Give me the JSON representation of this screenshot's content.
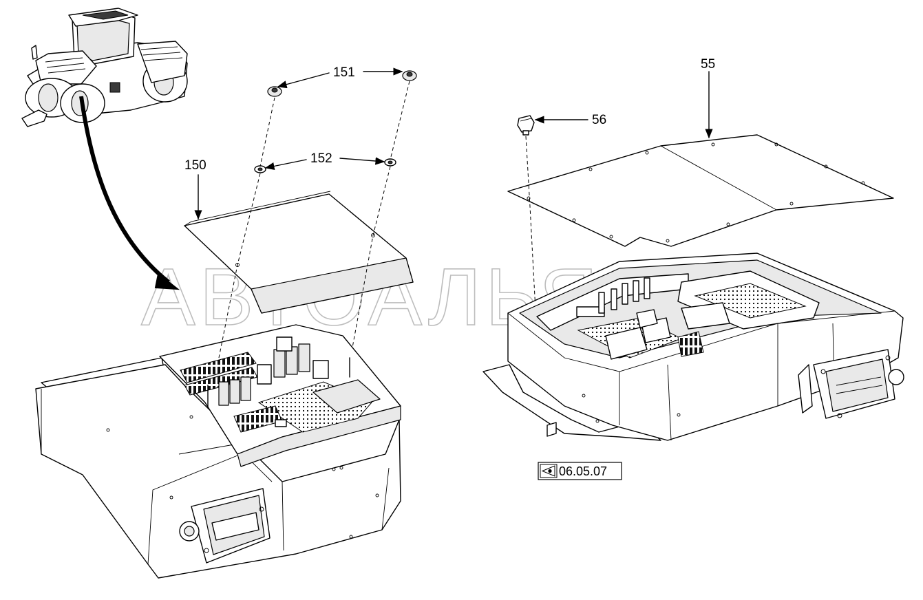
{
  "watermark": "АВТОАЛЬЯНС",
  "callouts": {
    "c151": "151",
    "c152": "152",
    "c150": "150",
    "c55": "55",
    "c56": "56"
  },
  "reference": {
    "label": "06.05.07",
    "icon": "view-eye-icon"
  }
}
